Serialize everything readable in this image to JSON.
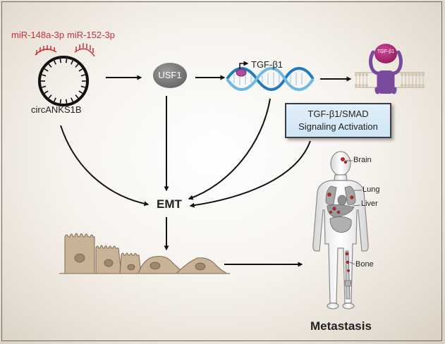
{
  "circ_rna": {
    "name": "circANKS1B",
    "mirnas": [
      "miR-148a-3p",
      "miR-152-3p"
    ]
  },
  "usf1": "USF1",
  "gene": "TGF-β1",
  "receptor_ligand": "TGF-β1",
  "smad_box": {
    "line1": "TGF-β1/SMAD",
    "line2": "Signaling Activation"
  },
  "emt": "EMT",
  "organs": {
    "brain": "Brain",
    "lung": "Lung",
    "liver": "Liver",
    "bone": "Bone"
  },
  "outcome": "Metastasis",
  "colors": {
    "mirna_red": "#c8313a",
    "usf1_gray": "#7b7b7b",
    "receptor_purple": "#7a4a9c",
    "ligand_magenta": "#b32a78",
    "dna_blue": "#2a86c8",
    "cell_tan": "#c8b396",
    "lesion_red": "#c0262b"
  }
}
